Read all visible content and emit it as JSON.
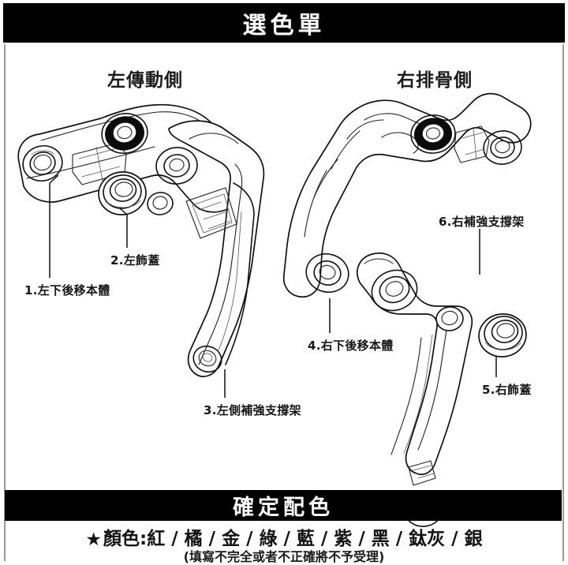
{
  "header": {
    "title": "選色單"
  },
  "sections": {
    "left_title": "左傳動側",
    "right_title": "右排骨側"
  },
  "parts": [
    {
      "num": "1",
      "label": "1.左下後移本體"
    },
    {
      "num": "2",
      "label": "2.左飾蓋"
    },
    {
      "num": "3",
      "label": "3.左側補強支撐架"
    },
    {
      "num": "4",
      "label": "4.右下後移本體"
    },
    {
      "num": "5",
      "label": "5.右飾蓋"
    },
    {
      "num": "6",
      "label": "6.右補強支撐架"
    }
  ],
  "footer": {
    "confirm_title": "確定配色",
    "star_icon": "★",
    "color_line": "顏色:紅 / 橘 / 金 / 綠 / 藍 / 紫 / 黑 / 鈦灰 / 銀",
    "colors": [
      "紅",
      "橘",
      "金",
      "綠",
      "藍",
      "紫",
      "黑",
      "鈦灰",
      "銀"
    ],
    "note": "(填寫不完全或者不正確將不予受理)"
  },
  "colors": {
    "banner_bg": "#000000",
    "banner_text": "#ffffff",
    "page_bg": "#ffffff",
    "border": "#9a9a9a",
    "line_art": "#111111"
  }
}
